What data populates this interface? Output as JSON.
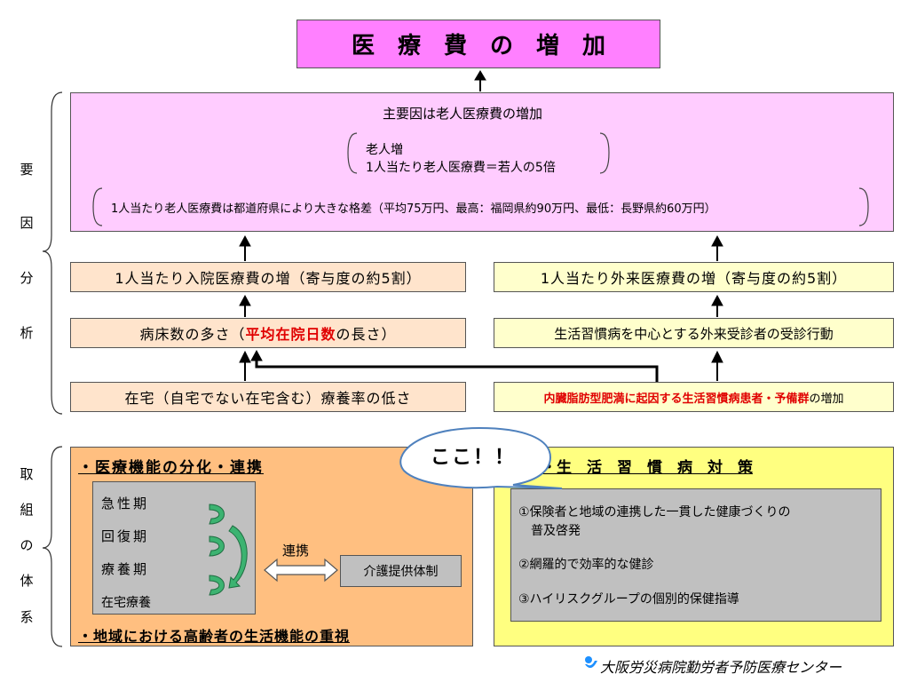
{
  "title": "医　療　費　の　増　加",
  "side_labels": {
    "analysis": [
      "要",
      "因",
      "分",
      "析"
    ],
    "measures": [
      "取",
      "組",
      "の",
      "体",
      "系"
    ]
  },
  "factors": {
    "main": "主要因は老人医療費の増加",
    "elderly_line1": "老人増",
    "elderly_line2": "1人当たり老人医療費＝若人の5倍",
    "regional_gap": "1人当たり老人医療費は都道府県により大きな格差（平均75万円、最高：福岡県約90万円、最低：長野県約60万円）"
  },
  "left_chain": {
    "inpatient": "1人当たり入院医療費の増（寄与度の約5割）",
    "beds_prefix": "病床数の多さ（",
    "beds_highlight": "平均在院日数",
    "beds_suffix": "の長さ）",
    "home_care": "在宅（自宅でない在宅含む）療養率の低さ"
  },
  "right_chain": {
    "outpatient": "1人当たり外来医療費の増（寄与度の約5割）",
    "behavior": "生活習慣病を中心とする外来受診者の受診行動",
    "metabolic_highlight": "内臓脂肪型肥満に起因する生活習慣病患者・予備群",
    "metabolic_suffix": "の増加"
  },
  "left_measure": {
    "title": "・医療機能の分化・連携",
    "phases": [
      "急性期",
      "回復期",
      "療養期",
      "在宅療養"
    ],
    "link_label": "連携",
    "care_system": "介護提供体制",
    "bottom": "・地域における高齢者の生活機能の重視"
  },
  "callout": "ここ！！",
  "right_measure": {
    "title": "・生　活　習　慣　病　対　策",
    "items": [
      "①保険者と地域の連携した一貫した健康づくりの",
      "普及啓発",
      "②網羅的で効率的な健診",
      "③ハイリスクグループの個別的保健指導"
    ]
  },
  "footer": "大阪労災病院勤労者予防医療センター",
  "colors": {
    "title_bg": "#ff80ff",
    "factor_bg": "#ffccff",
    "left_chain_bg": "#ffe4cc",
    "right_chain_bg": "#ffffcc",
    "left_measure_bg": "#ffbf80",
    "right_measure_bg": "#ffff80",
    "inner_gray": "#c0c0c0",
    "highlight_red": "#e00000"
  }
}
